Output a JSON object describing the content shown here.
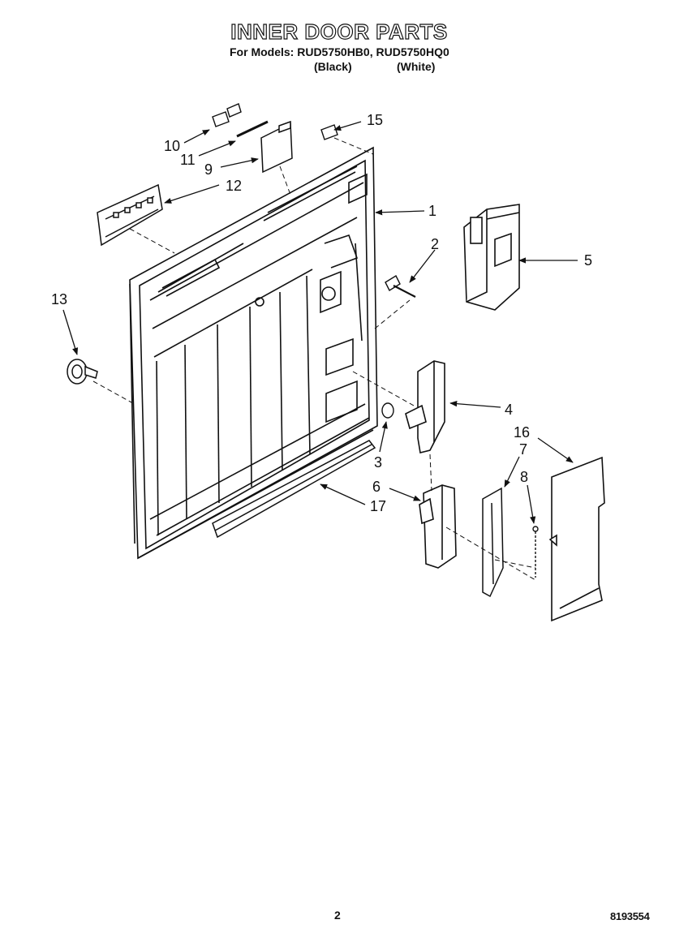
{
  "header": {
    "title": "INNER DOOR PARTS",
    "models_line": "For Models: RUD5750HB0, RUD5750HQ0",
    "variant_black": "(Black)",
    "variant_white": "(White)"
  },
  "callouts": {
    "c1": "1",
    "c2": "2",
    "c3": "3",
    "c4": "4",
    "c5": "5",
    "c6": "6",
    "c7": "7",
    "c8": "8",
    "c9": "9",
    "c10": "10",
    "c11": "11",
    "c12": "12",
    "c13": "13",
    "c15": "15",
    "c16": "16",
    "c17": "17"
  },
  "footer": {
    "page_number": "2",
    "document_number": "8193554"
  }
}
